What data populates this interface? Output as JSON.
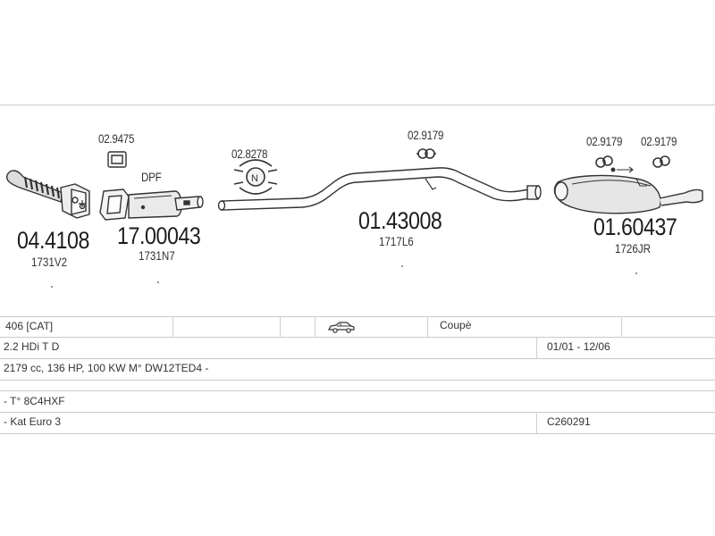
{
  "parts": [
    {
      "code": "04.4108",
      "ref": "1731V2"
    },
    {
      "code": "17.00043",
      "ref": "1731N7",
      "tag": "DPF"
    },
    {
      "code": "01.43008",
      "ref": "1717L6"
    },
    {
      "code": "01.60437",
      "ref": "1726JR"
    }
  ],
  "accessories": [
    {
      "code": "02.9475",
      "icon": "gasket-icon"
    },
    {
      "code": "02.8278",
      "icon": "clamp-icon"
    },
    {
      "code": "02.9179",
      "icon": "rubber-mount-icon"
    },
    {
      "code": "02.9179",
      "icon": "rubber-mount-icon"
    },
    {
      "code": "02.9179",
      "icon": "rubber-mount-icon"
    }
  ],
  "vehicle": {
    "model": "406  [CAT]",
    "body_icon": "car-icon",
    "body": "Coupè",
    "engine": "2.2 HDi T D",
    "period": "01/01 - 12/06",
    "spec": "2179 cc, 136 HP, 100 KW M° DW12TED4 -",
    "type": "- T° 8C4HXF",
    "emission": "- Kat Euro 3",
    "catalog": "C260291"
  }
}
